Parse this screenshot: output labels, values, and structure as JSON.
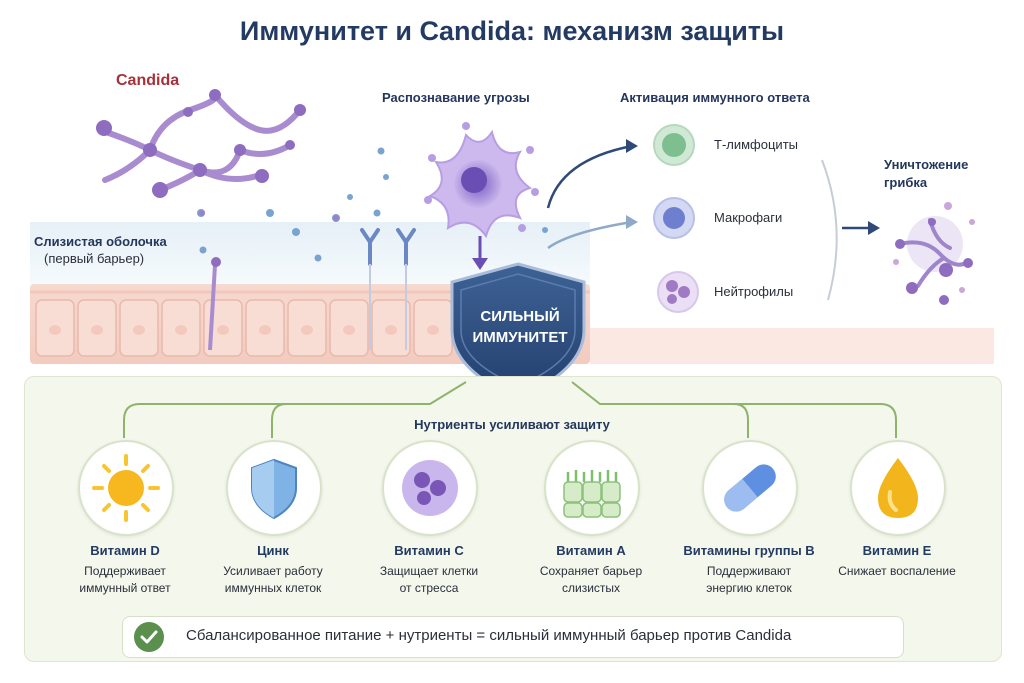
{
  "title": "Иммунитет и Candida: механизм защиты",
  "candida_label": "Candida",
  "recognition_label": "Распознавание угрозы",
  "activation_label": "Активация иммунного ответа",
  "mucosa_label": "Слизистая оболочка",
  "mucosa_sublabel": "(первый барьер)",
  "shield_line1": "СИЛЬНЫЙ",
  "shield_line2": "ИММУНИТЕТ",
  "immune_cells": [
    {
      "name": "Т-лимфоциты",
      "color": "#7dbf8e"
    },
    {
      "name": "Макрофаги",
      "color": "#6f7fd0"
    },
    {
      "name": "Нейтрофилы",
      "color": "#a07ac4"
    }
  ],
  "destruction_label": "Уничтожение грибка",
  "nutrients_title": "Нутриенты усиливают защиту",
  "nutrients": [
    {
      "name": "Витамин D",
      "desc1": "Поддерживает",
      "desc2": "иммунный ответ",
      "icon": "sun-icon"
    },
    {
      "name": "Цинк",
      "desc1": "Усиливает работу",
      "desc2": "иммунных клеток",
      "icon": "shield-icon"
    },
    {
      "name": "Витамин С",
      "desc1": "Защищает клетки",
      "desc2": "от стресса",
      "icon": "cell-icon"
    },
    {
      "name": "Витамин А",
      "desc1": "Сохраняет барьер",
      "desc2": "слизистых",
      "icon": "mucosa-icon"
    },
    {
      "name": "Витамины группы В",
      "desc1": "Поддерживают",
      "desc2": "энергию клеток",
      "icon": "capsule-icon"
    },
    {
      "name": "Витамин Е",
      "desc1": "Снижает воспаление",
      "desc2": "",
      "icon": "drop-icon"
    }
  ],
  "footer_text": "Сбалансированное питание + нутриенты = сильный иммунный барьер против Candida",
  "colors": {
    "title": "#233a63",
    "candida": "#a8303a",
    "shield": "#2f4f7f",
    "panel": "#f3f7ec",
    "green_line": "#8fb36b"
  }
}
